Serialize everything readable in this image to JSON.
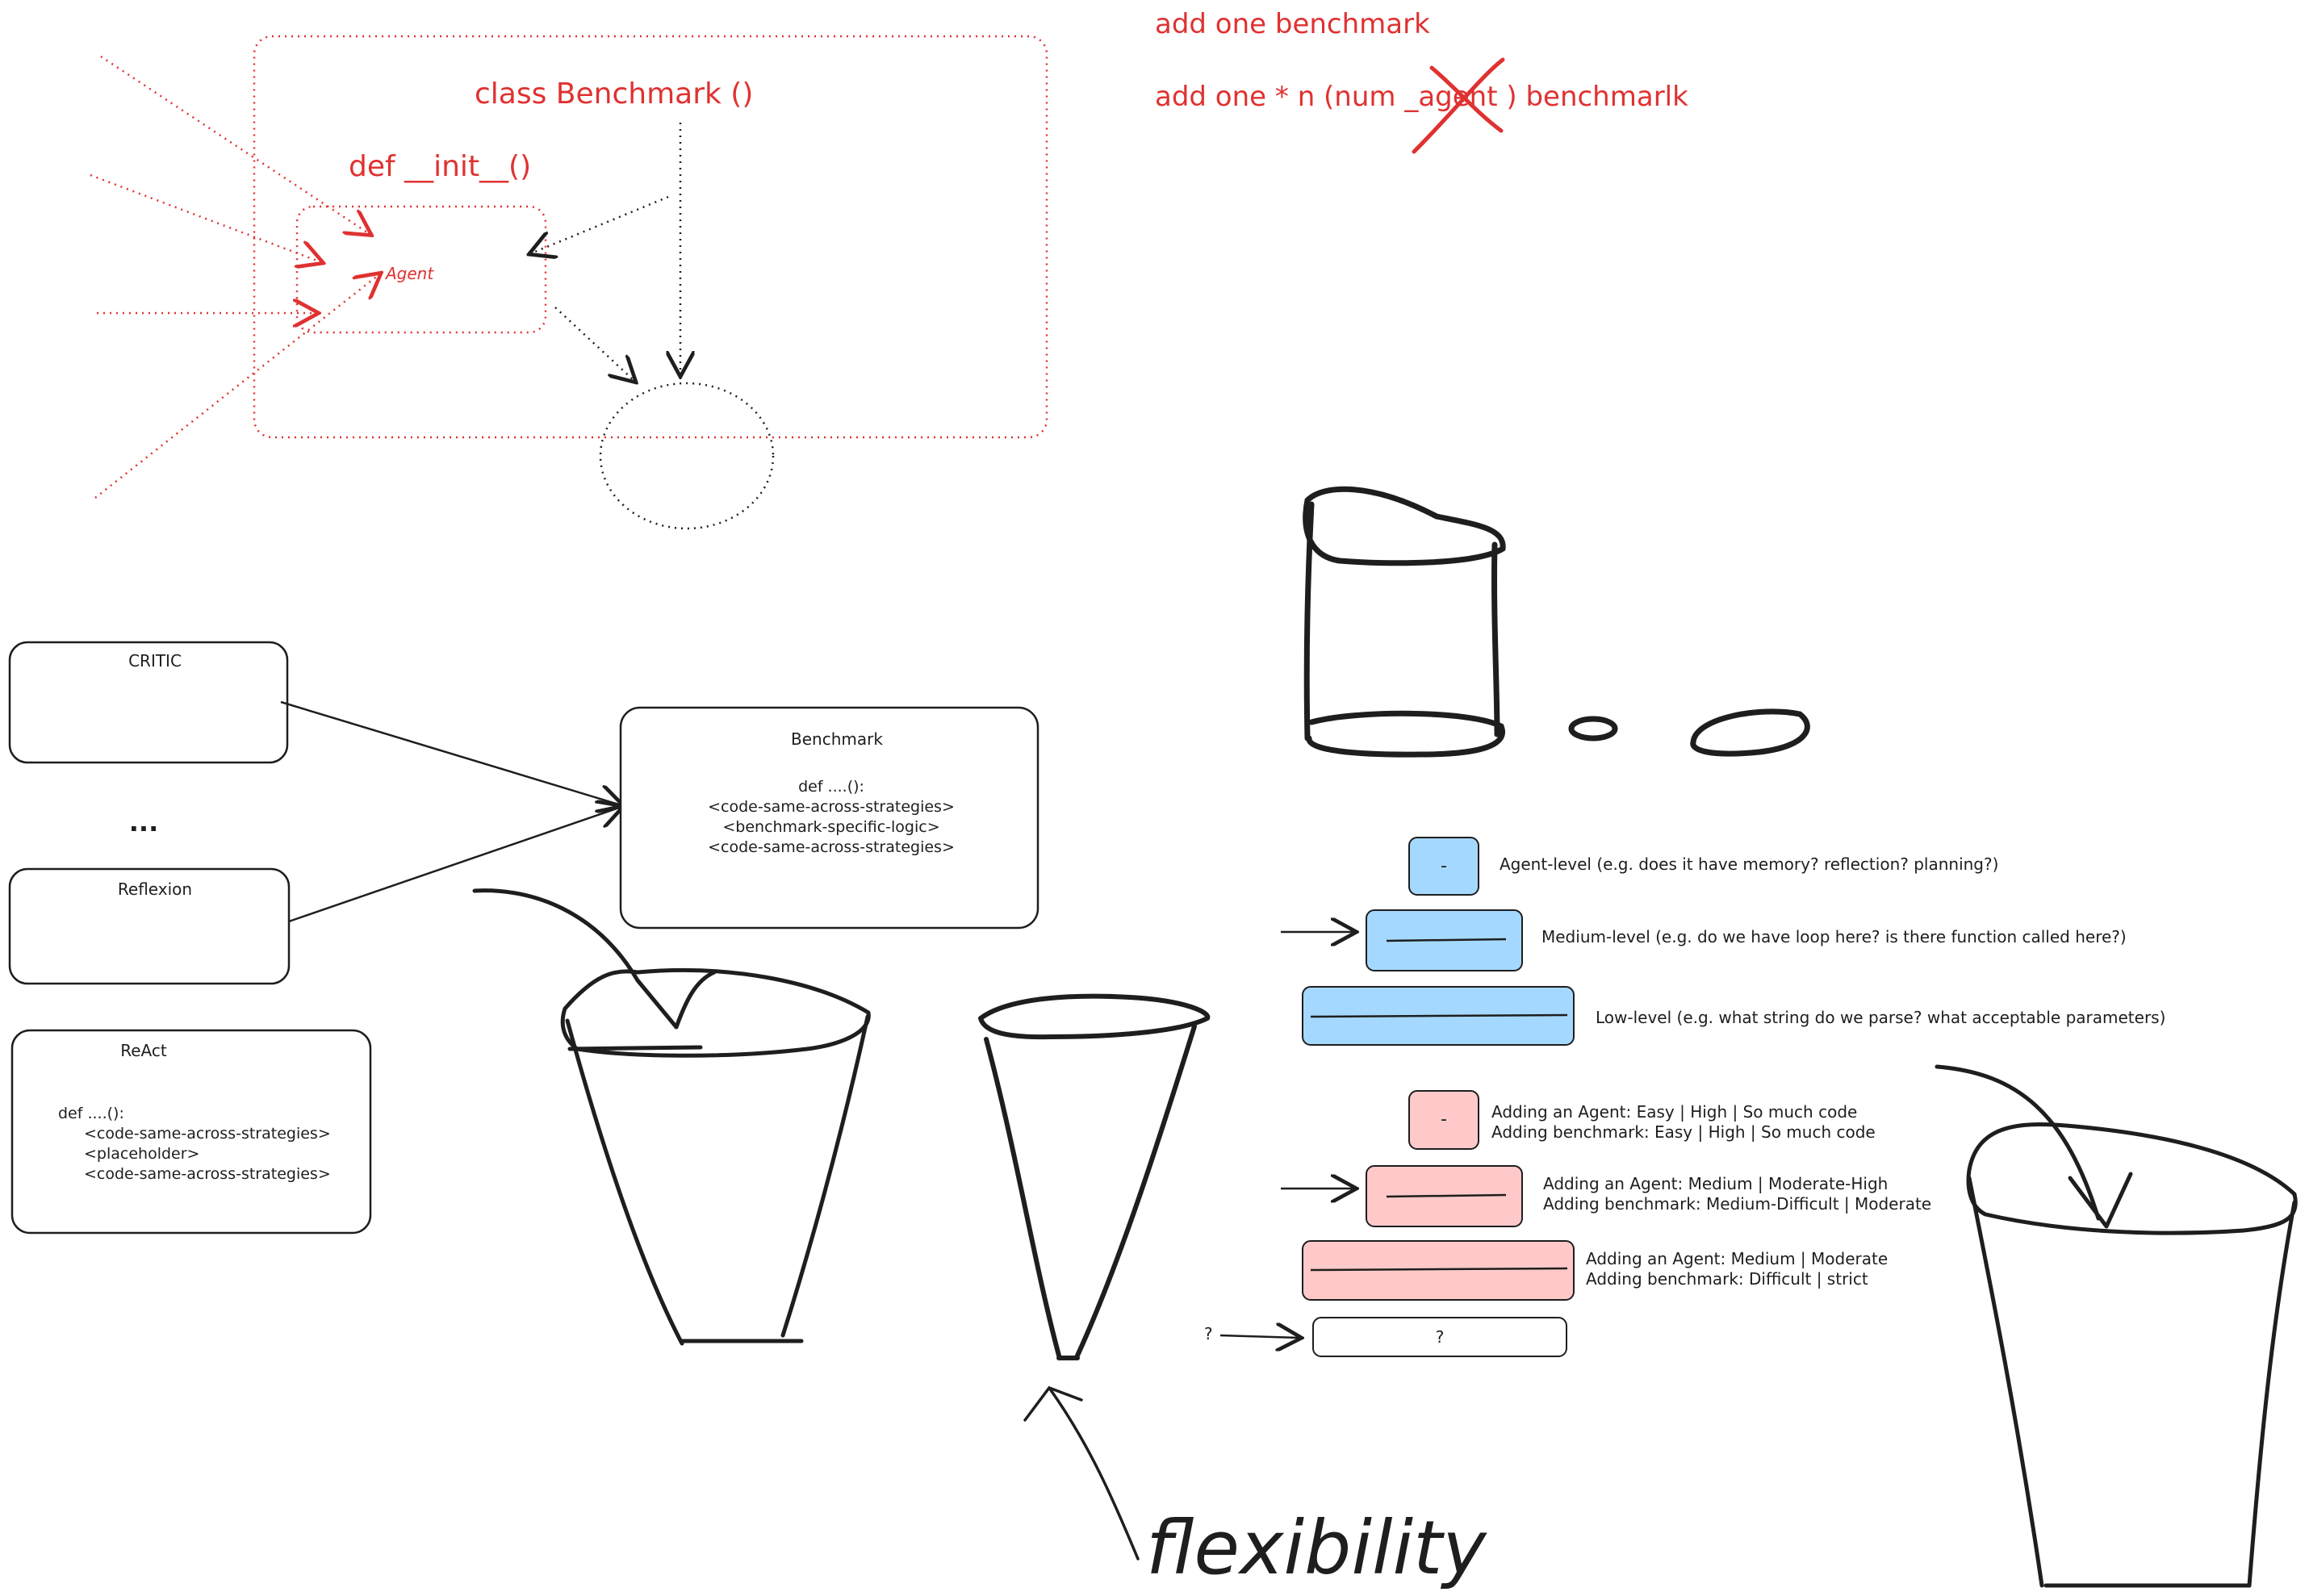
{
  "colors": {
    "ink": "#1e1e1e",
    "accent_red": "#e03131",
    "blue_fill": "#a5d8ff",
    "pink_fill": "#ffc9c9",
    "background": "#ffffff"
  },
  "notes": {
    "line1": "add one benchmark",
    "line2_before": "add one * n (num _age",
    "line2_crossed": "nt",
    "line2_after": " ) benchmarlk"
  },
  "class_diagram": {
    "class_label": "class Benchmark ()",
    "init_label": "def __init__()",
    "agent_label": "Agent"
  },
  "strategies": [
    {
      "name": "CRITIC"
    },
    {
      "name": "..."
    },
    {
      "name": "Reflexion"
    }
  ],
  "react_box": {
    "name": "ReAct",
    "code_lines": [
      "def ....():",
      "<code-same-across-strategies>",
      "<placeholder>",
      "<code-same-across-strategies>"
    ]
  },
  "benchmark_box": {
    "title": "Benchmark",
    "code_lines": [
      "def ....():",
      "<code-same-across-strategies>",
      "<benchmark-specific-logic>",
      "<code-same-across-strategies>"
    ]
  },
  "levels_blue": [
    {
      "symbol": "-",
      "label": "Agent-level (e.g. does it have memory? reflection? planning?)"
    },
    {
      "symbol": "",
      "label": "Medium-level (e.g. do we have loop here? is there function called here?)"
    },
    {
      "symbol": "",
      "label": "Low-level (e.g. what string do we parse? what acceptable parameters)"
    }
  ],
  "levels_pink": [
    {
      "symbol": "-",
      "agent": "Adding an Agent: Easy | High | So much code",
      "benchmark": "Adding benchmark: Easy | High | So much code"
    },
    {
      "symbol": "",
      "agent": "Adding an Agent: Medium | Moderate-High",
      "benchmark": "Adding benchmark: Medium-Difficult | Moderate"
    },
    {
      "symbol": "",
      "agent": "Adding an Agent: Medium | Moderate",
      "benchmark": "Adding benchmark: Difficult | strict"
    }
  ],
  "unknown_level": {
    "pointer_label": "?",
    "box_label": "?"
  },
  "handwriting": {
    "flexibility": "flexibility"
  },
  "icons": [
    "arrow-icon",
    "cross-out-icon",
    "cup-sketch",
    "cylinder-sketch",
    "circle-sketch"
  ]
}
